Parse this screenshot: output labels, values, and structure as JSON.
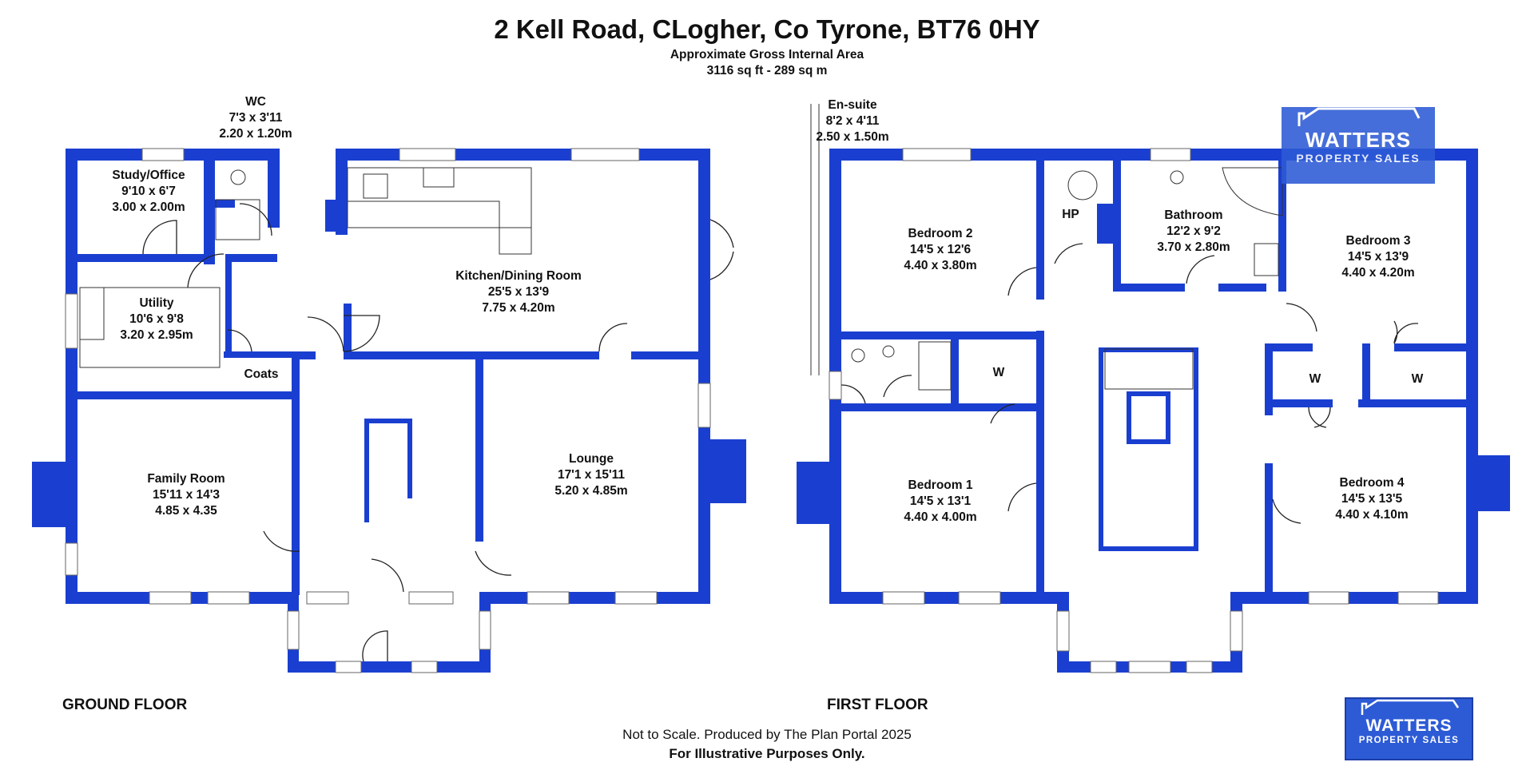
{
  "header": {
    "title": "2 Kell Road, CLogher, Co Tyrone, BT76 0HY",
    "subtitle_line1": "Approximate Gross Internal Area",
    "subtitle_line2": "3116 sq ft - 289 sq m"
  },
  "floors": {
    "ground_label": "GROUND FLOOR",
    "first_label": "FIRST FLOOR"
  },
  "rooms": {
    "wc": {
      "name": "WC",
      "imperial": "7'3 x 3'11",
      "metric": "2.20 x 1.20m"
    },
    "study": {
      "name": "Study/Office",
      "imperial": "9'10 x 6'7",
      "metric": "3.00 x 2.00m"
    },
    "kitchen": {
      "name": "Kitchen/Dining Room",
      "imperial": "25'5 x 13'9",
      "metric": "7.75 x 4.20m"
    },
    "utility": {
      "name": "Utility",
      "imperial": "10'6 x 9'8",
      "metric": "3.20 x 2.95m"
    },
    "coats": {
      "name": "Coats"
    },
    "lounge": {
      "name": "Lounge",
      "imperial": "17'1 x 15'11",
      "metric": "5.20 x 4.85m"
    },
    "family": {
      "name": "Family Room",
      "imperial": "15'11 x 14'3",
      "metric": "4.85 x 4.35"
    },
    "ensuite": {
      "name": "En-suite",
      "imperial": "8'2 x 4'11",
      "metric": "2.50 x 1.50m"
    },
    "bedroom2": {
      "name": "Bedroom 2",
      "imperial": "14'5 x 12'6",
      "metric": "4.40 x 3.80m"
    },
    "hp": {
      "name": "HP"
    },
    "bathroom": {
      "name": "Bathroom",
      "imperial": "12'2 x 9'2",
      "metric": "3.70 x 2.80m"
    },
    "bedroom3": {
      "name": "Bedroom 3",
      "imperial": "14'5 x 13'9",
      "metric": "4.40 x 4.20m"
    },
    "bedroom1": {
      "name": "Bedroom 1",
      "imperial": "14'5 x 13'1",
      "metric": "4.40 x 4.00m"
    },
    "bedroom4": {
      "name": "Bedroom 4",
      "imperial": "14'5 x 13'5",
      "metric": "4.40 x 4.10m"
    },
    "w1": {
      "name": "W"
    },
    "w2": {
      "name": "W"
    },
    "w3": {
      "name": "W"
    }
  },
  "footer": {
    "line1": "Not to Scale. Produced by The Plan Portal 2025",
    "line2": "For Illustrative Purposes Only."
  },
  "logo": {
    "brand": "WATTERS",
    "tagline": "PROPERTY SALES"
  },
  "colors": {
    "wall": "#1a3fd0",
    "text": "#111111",
    "logo_bg": "#2d5bd6"
  }
}
